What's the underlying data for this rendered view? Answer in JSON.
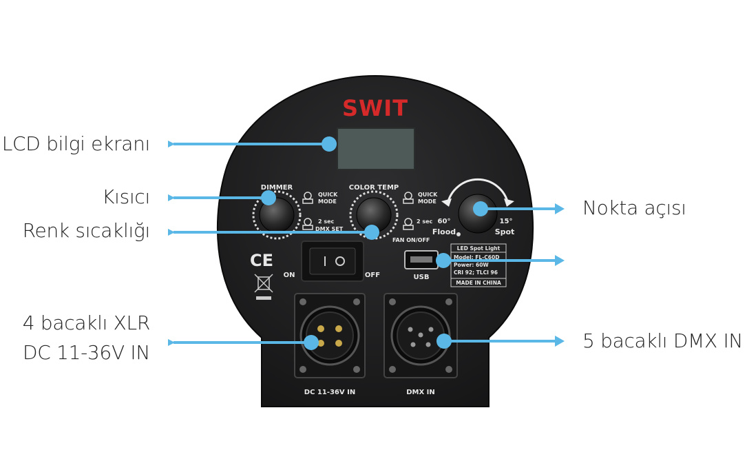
{
  "brand": "SWIT",
  "callouts": {
    "lcd": "LCD bilgi ekranı",
    "dimmer": "Kısıcı",
    "color_temp": "Renk sıcaklığı",
    "xlr_line1": "4 bacaklı XLR",
    "xlr_line2": "DC 11-36V IN",
    "spot_angle": "Nokta açısı",
    "dmx": "5 bacaklı DMX IN"
  },
  "panel": {
    "dimmer": "DIMMER",
    "color_temp": "COLOR TEMP",
    "quick_mode_1": "QUICK",
    "quick_mode_2": "MODE",
    "two_sec": "2 sec",
    "dmx_set": "DMX SET",
    "fan_onoff": "FAN ON/OFF",
    "flood_deg": "60°",
    "flood": "Flood",
    "spot_deg": "15°",
    "spot": "Spot",
    "on": "ON",
    "off": "OFF",
    "usb": "USB",
    "dc_in": "DC 11-36V IN",
    "dmx_in": "DMX IN",
    "ce": "CE",
    "label_title": "LED Spot Light",
    "label_model": "Model: FL-C60D",
    "label_power": "Power: 60W",
    "label_cri": "CRI 92; TLCI 96",
    "label_made": "MADE IN CHINA"
  },
  "colors": {
    "arrow": "#5bb8e6",
    "brand_red": "#d62a2a",
    "device_body": "#1e1e20",
    "lcd": "#4d5a57"
  }
}
